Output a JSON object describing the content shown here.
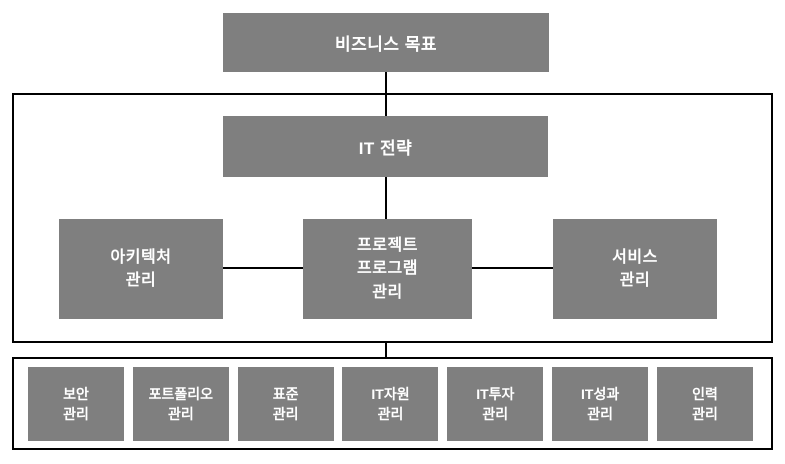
{
  "colors": {
    "box_fill": "#7f7f7f",
    "box_text": "#ffffff",
    "connector": "#000000",
    "frame_border": "#000000",
    "background": "#ffffff"
  },
  "diagram": {
    "business_goal": {
      "label": "비즈니스 목표"
    },
    "it_strategy": {
      "label": "IT 전략"
    },
    "management_row": [
      {
        "label": "아키텍처\n관리"
      },
      {
        "label": "프로젝트\n프로그램\n관리"
      },
      {
        "label": "서비스\n관리"
      }
    ],
    "operations_row": [
      {
        "label": "보안\n관리"
      },
      {
        "label": "포트폴리오\n관리"
      },
      {
        "label": "표준\n관리"
      },
      {
        "label": "IT자원\n관리"
      },
      {
        "label": "IT투자\n관리"
      },
      {
        "label": "IT성과\n관리"
      },
      {
        "label": "인력\n관리"
      }
    ]
  }
}
